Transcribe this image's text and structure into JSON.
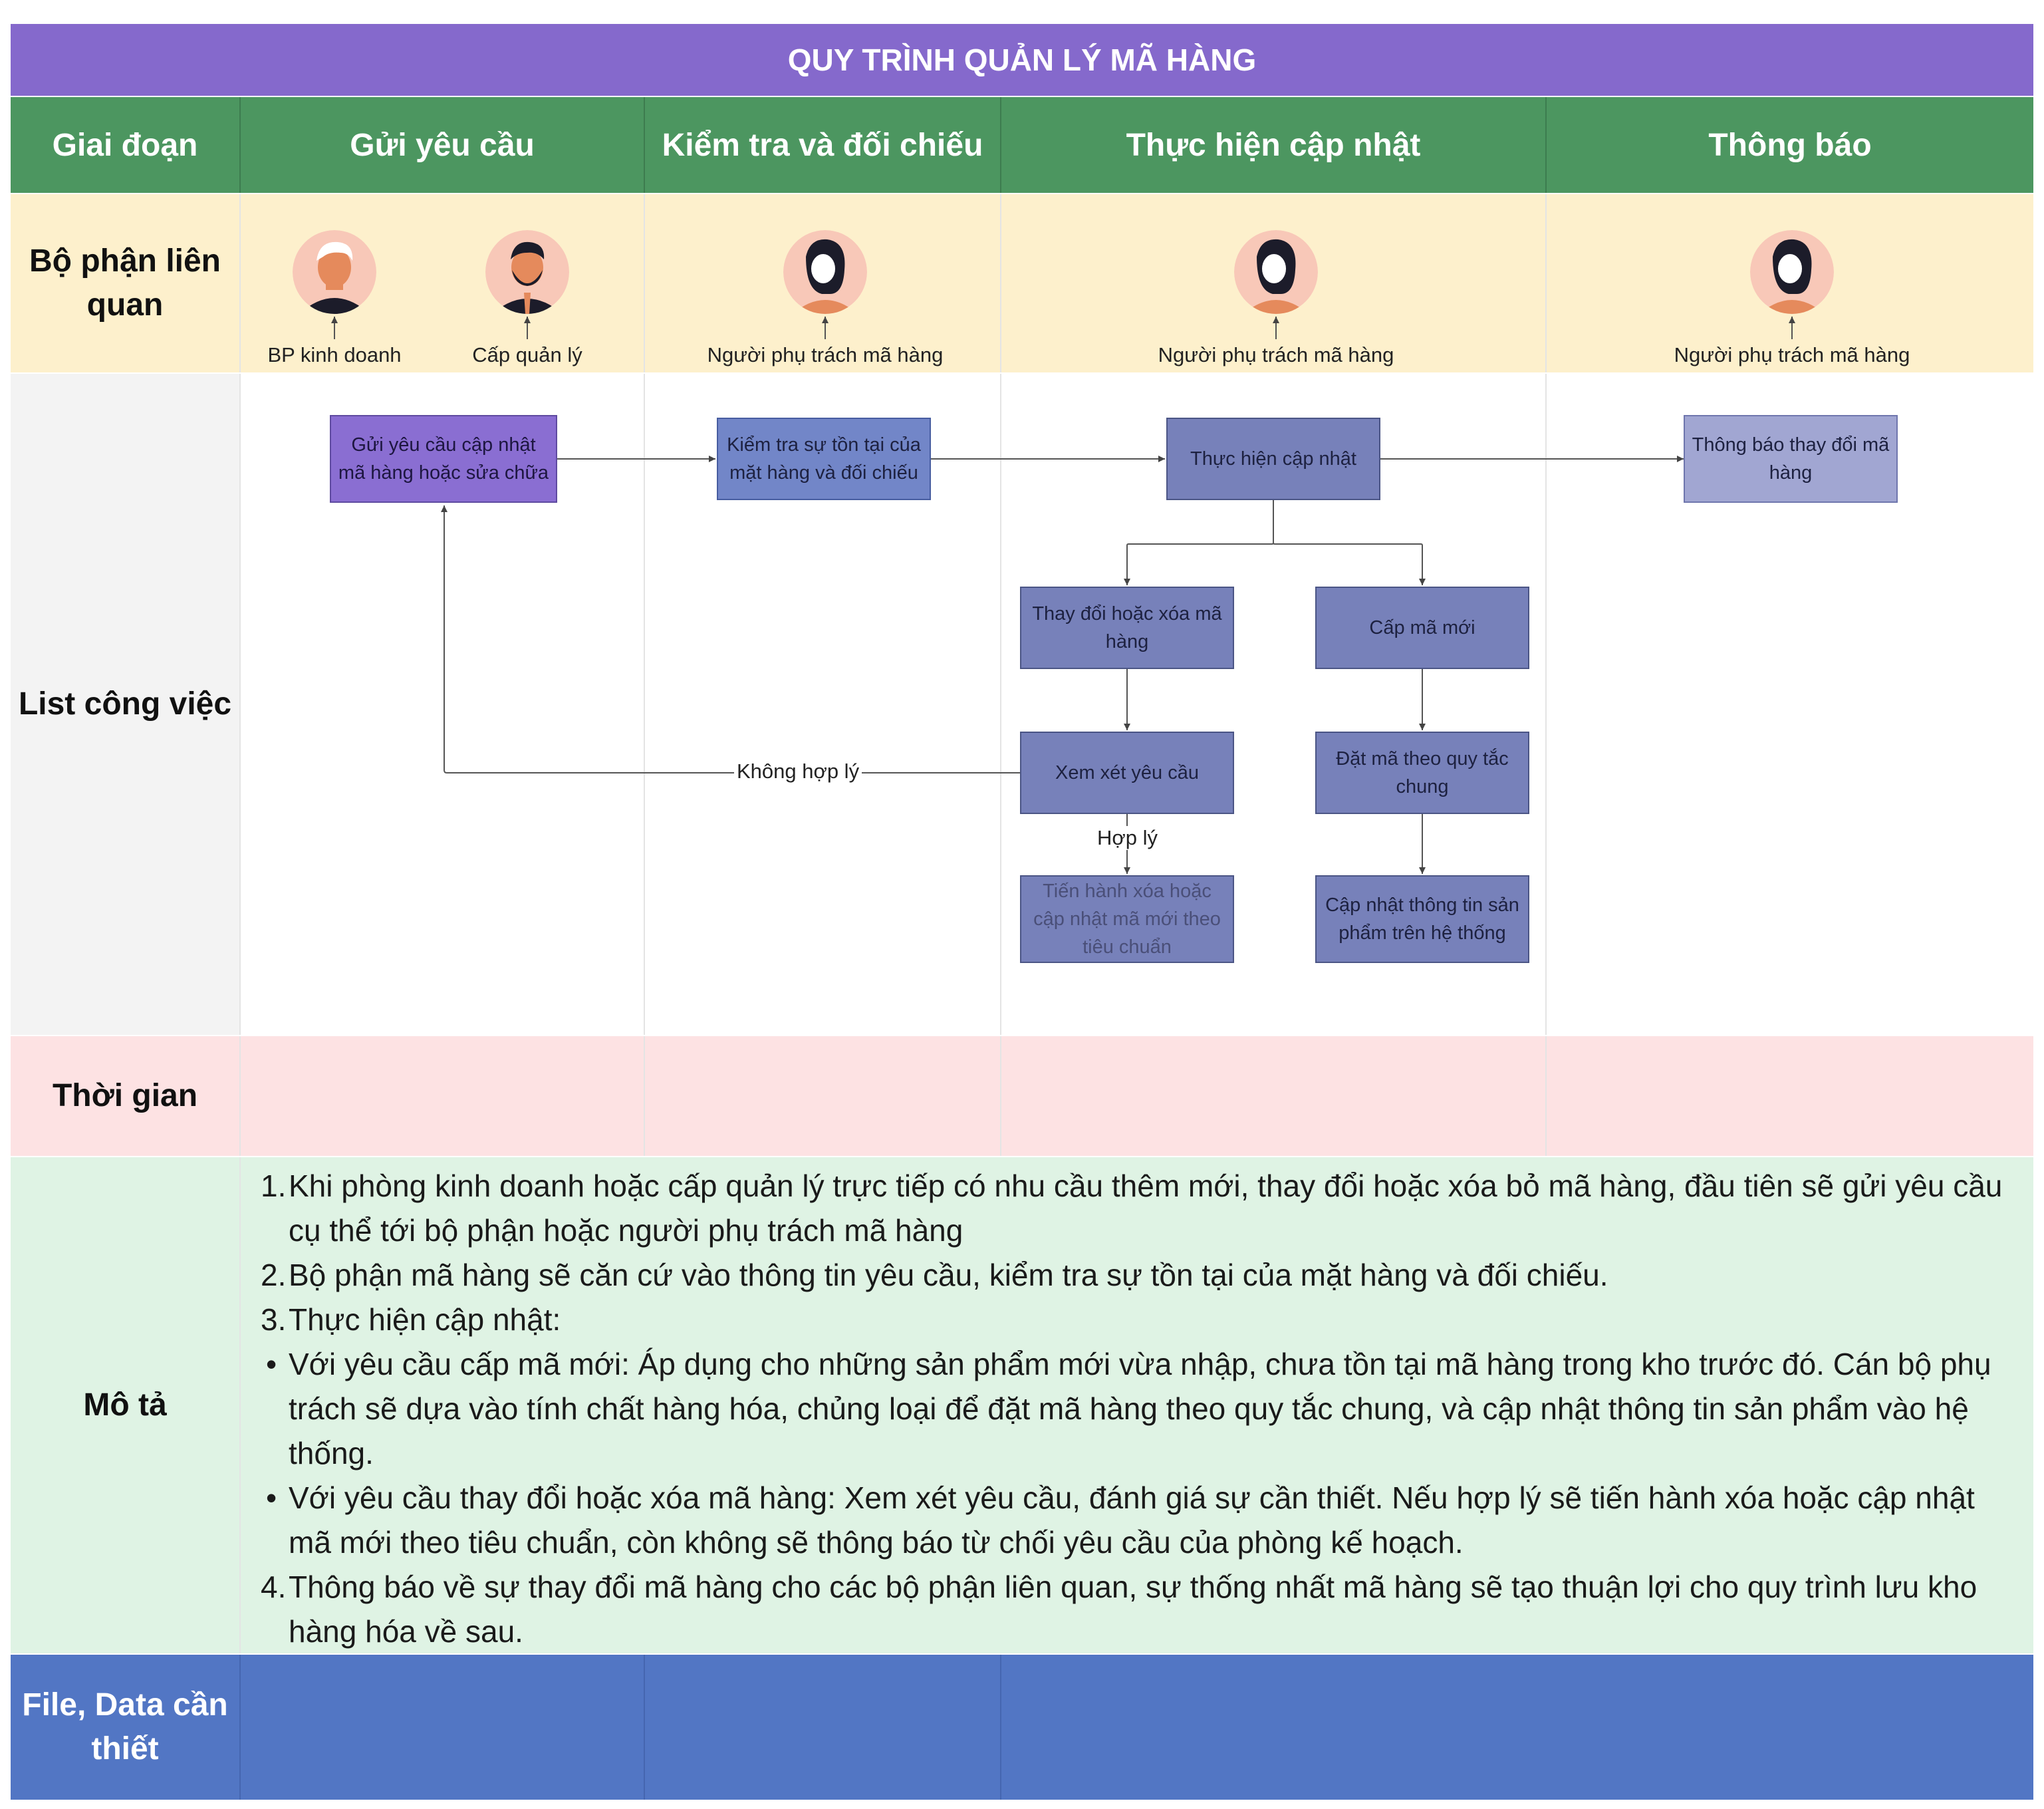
{
  "title": "QUY TRÌNH QUẢN LÝ MÃ HÀNG",
  "columns": [
    "Giai đoạn",
    "Gửi yêu cầu",
    "Kiểm tra và đối chiếu",
    "Thực hiện cập nhật",
    "Thông báo"
  ],
  "rows": {
    "departments": "Bộ phận liên quan",
    "tasks": "List công việc",
    "time": "Thời gian",
    "description": "Mô tả",
    "files": "File, Data cần thiết"
  },
  "people": {
    "sales": "BP kinh doanh",
    "manager": "Cấp quản lý",
    "owner_check": "Người phụ trách mã hàng",
    "owner_update": "Người phụ trách mã hàng",
    "owner_notify": "Người phụ trách mã hàng"
  },
  "flow": {
    "send_request": "Gửi yêu cầu cập nhật mã hàng hoặc sửa chữa",
    "check_exist": "Kiểm tra sự tồn tại của mặt hàng và đối chiếu",
    "do_update": "Thực hiện cập nhật",
    "notify_change": "Thông báo thay đổi mã hàng",
    "change_delete": "Thay đổi hoặc xóa mã hàng",
    "new_code": "Cấp mã mới",
    "review_request": "Xem xét yêu cầu",
    "set_code_rule": "Đặt mã theo quy tắc chung",
    "apply_change": "Tiến hành xóa hoặc cập nhật mã mới theo tiêu chuẩn",
    "update_info": "Cập nhật thông tin sản phẩm trên hệ thống",
    "label_unreasonable": "Không hợp lý",
    "label_reasonable": "Hợp lý"
  },
  "description_items": [
    {
      "marker": "1.",
      "text": "Khi phòng kinh doanh hoặc cấp quản lý trực tiếp có nhu cầu thêm mới, thay đổi hoặc xóa bỏ mã hàng, đầu tiên sẽ gửi yêu cầu cụ thể tới bộ phận hoặc người phụ trách mã hàng"
    },
    {
      "marker": "2.",
      "text": "Bộ phận mã hàng sẽ căn cứ vào thông tin yêu cầu, kiểm tra sự tồn tại của mặt hàng và đối chiếu."
    },
    {
      "marker": "3.",
      "text": "Thực hiện cập nhật:"
    },
    {
      "marker": "•",
      "text": "Với yêu cầu cấp mã mới: Áp dụng cho những sản phẩm mới vừa nhập, chưa tồn tại mã hàng trong kho trước đó. Cán bộ phụ trách sẽ dựa vào tính chất hàng hóa, chủng loại để đặt mã hàng theo quy tắc chung, và cập nhật thông tin sản phẩm vào hệ thống."
    },
    {
      "marker": "•",
      "text": "Với yêu cầu thay đổi hoặc xóa mã hàng: Xem xét yêu cầu, đánh giá sự cần thiết. Nếu hợp lý sẽ tiến hành xóa hoặc cập nhật mã mới theo tiêu chuẩn, còn không sẽ thông báo từ chối yêu cầu của phòng kế hoạch."
    },
    {
      "marker": "4.",
      "text": "Thông báo về sự thay đổi mã hàng cho các bộ phận liên quan, sự thống nhất mã hàng sẽ tạo thuận lợi cho quy trình lưu kho hàng hóa về sau."
    }
  ],
  "colors": {
    "title_bar": "#8569cc",
    "header_row": "#4c9660",
    "departments_row": "#fdf0cc",
    "tasks_label": "#f3f3f3",
    "time_row": "#fde2e3",
    "description_row": "#dff3e4",
    "files_row": "#5276c4"
  }
}
